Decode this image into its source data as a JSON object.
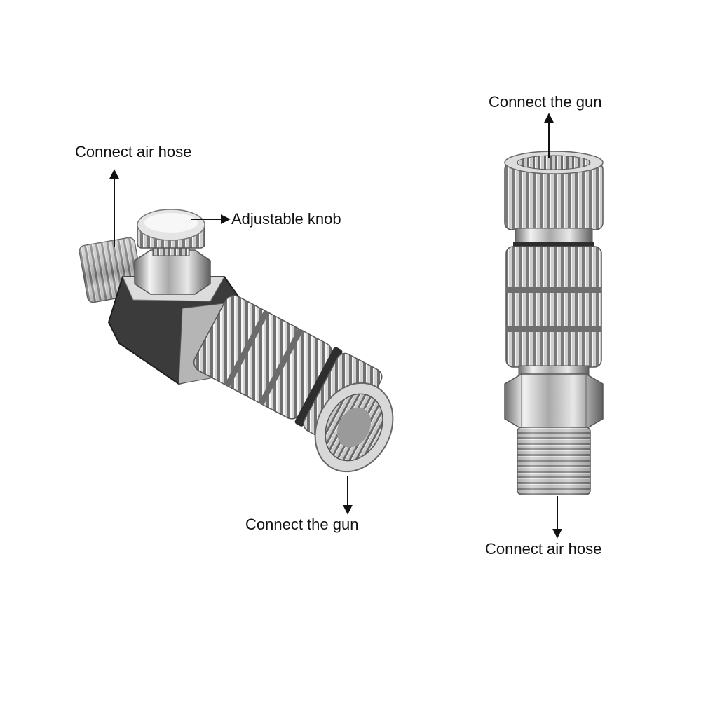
{
  "labels": {
    "left_connect_air_hose": "Connect air hose",
    "left_adjustable_knob": "Adjustable knob",
    "left_connect_gun": "Connect the gun",
    "right_connect_gun": "Connect the gun",
    "right_connect_air_hose": "Connect air hose"
  },
  "colors": {
    "background": "#ffffff",
    "metal_light": "#e9e9e9",
    "metal_mid": "#a8a8a8",
    "metal_dark": "#3a3a3a",
    "text": "#111111"
  },
  "objects": [
    "angled-valve-connector-icon",
    "straight-quick-release-connector-icon"
  ]
}
